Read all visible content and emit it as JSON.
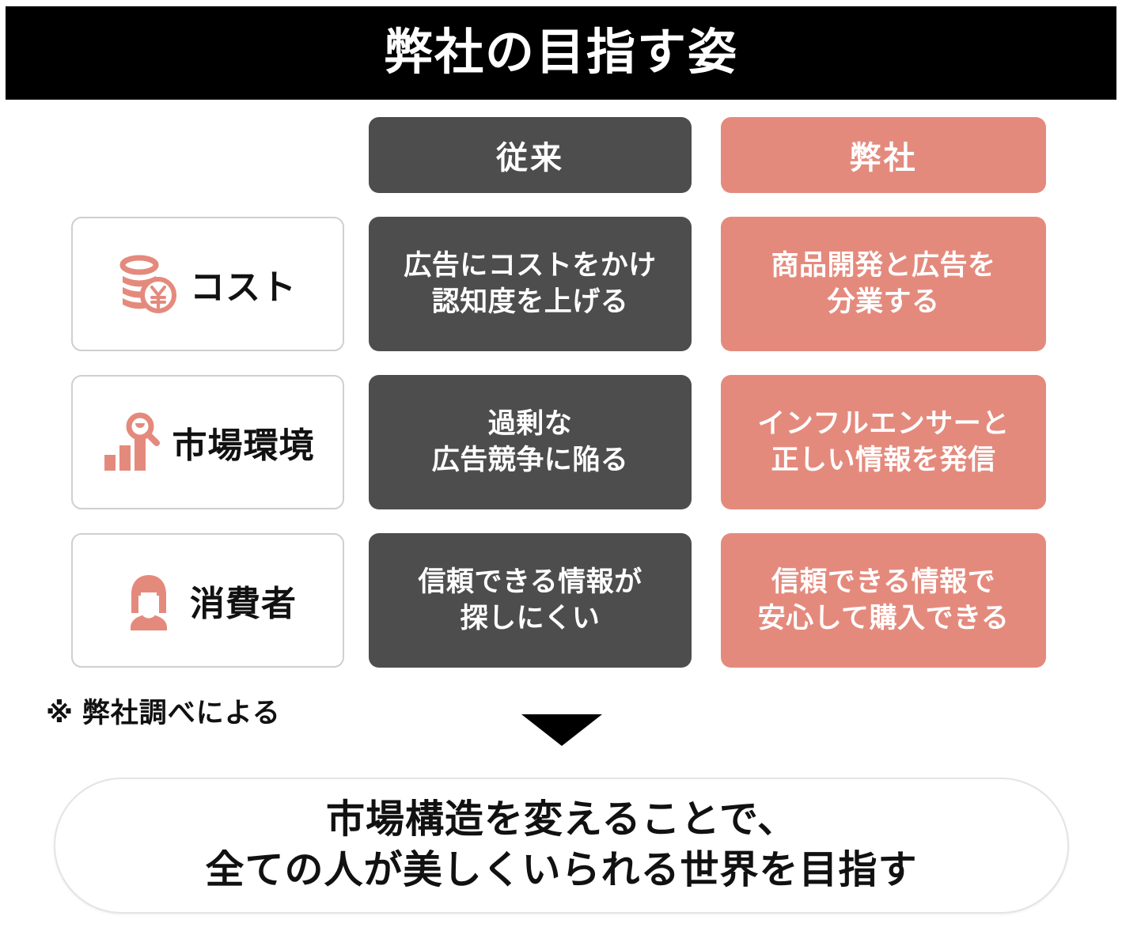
{
  "header": {
    "title": "弊社の目指す姿",
    "background_color": "#000000",
    "text_color": "#ffffff"
  },
  "colors": {
    "accent_salmon": "#e48a7d",
    "dark_gray": "#4d4d4d",
    "card_border": "#cfcfcf",
    "text_dark": "#111111"
  },
  "columns": [
    {
      "key": "legacy",
      "label": "従来",
      "color": "#4d4d4d"
    },
    {
      "key": "ours",
      "label": "弊社",
      "color": "#e48a7d"
    }
  ],
  "rows": [
    {
      "icon": "coin-stack-yen-icon",
      "label": "コスト",
      "legacy": {
        "line1": "広告にコストをかけ",
        "line2": "認知度を上げる"
      },
      "ours": {
        "line1": "商品開発と広告を",
        "line2": "分業する"
      }
    },
    {
      "icon": "bar-chart-magnifier-icon",
      "label": "市場環境",
      "legacy": {
        "line1": "過剰な",
        "line2": "広告競争に陥る"
      },
      "ours": {
        "line1": "インフルエンサーと",
        "line2": "正しい情報を発信"
      }
    },
    {
      "icon": "female-consumer-icon",
      "label": "消費者",
      "legacy": {
        "line1": "信頼できる情報が",
        "line2": "探しにくい"
      },
      "ours": {
        "line1": "信頼できる情報で",
        "line2": "安心して購入できる"
      }
    }
  ],
  "footnote": "※ 弊社調べによる",
  "arrow": {
    "icon": "triangle-down-icon",
    "color": "#000000"
  },
  "conclusion": {
    "line1": "市場構造を変えることで、",
    "line2": "全ての人が美しくいられる世界を目指す"
  }
}
